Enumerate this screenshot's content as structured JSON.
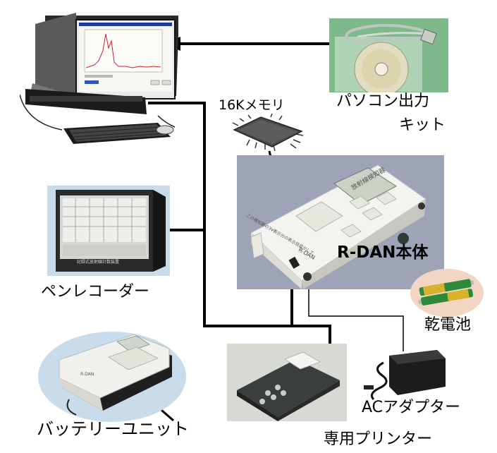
{
  "labels": {
    "memory": "16Kメモリ",
    "pc_kit_line1": "パソコン出力",
    "pc_kit_line2": "キット",
    "main_unit": "R-DAN本体",
    "pen_recorder": "ペンレコーダー",
    "battery": "乾電池",
    "ac_adapter": "ACアダプター",
    "battery_unit": "バッテリーユニット",
    "printer": "専用プリンター"
  },
  "device_text": {
    "panel_title": "放射線検知器",
    "side_text": "この検知器の3V表示分の表示目盛がして",
    "model": "R-DAN",
    "recorder_plate": "記録式放射線計数装置",
    "unit_title": "R-DAN"
  },
  "colors": {
    "wire": "#000000",
    "main_bg": "#9ea3b7",
    "recorder_bg": "#c9dbe8",
    "battery_unit_bg": "#c8dcec",
    "kit_bg": "#7fb88a",
    "printer_bg": "#d6dad3"
  },
  "icons": [
    "computer-icon",
    "memory-chip-icon",
    "cd-disc-icon",
    "pen-recorder-icon",
    "battery-icon",
    "ac-adapter-icon",
    "printer-icon",
    "battery-unit-icon",
    "arrow-icon"
  ]
}
